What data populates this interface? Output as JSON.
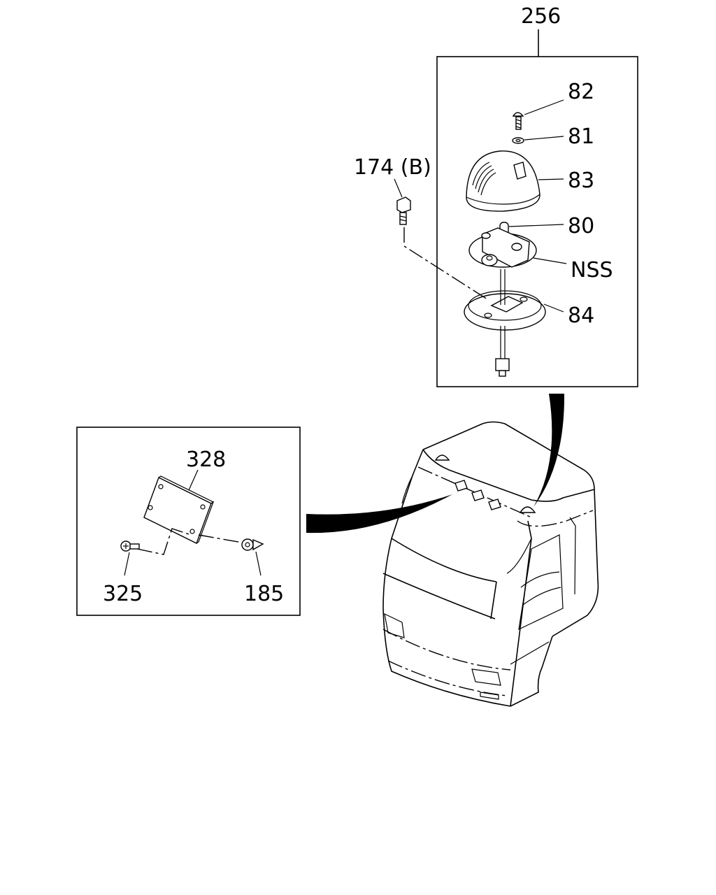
{
  "diagram": {
    "callouts": {
      "assembly": "256",
      "screw": "82",
      "washer": "81",
      "lens": "83",
      "bulb": "80",
      "socket": "NSS",
      "housing": "84",
      "bolt": "174 (B)",
      "plate": "328",
      "plate_screw": "325",
      "clip": "185"
    }
  }
}
